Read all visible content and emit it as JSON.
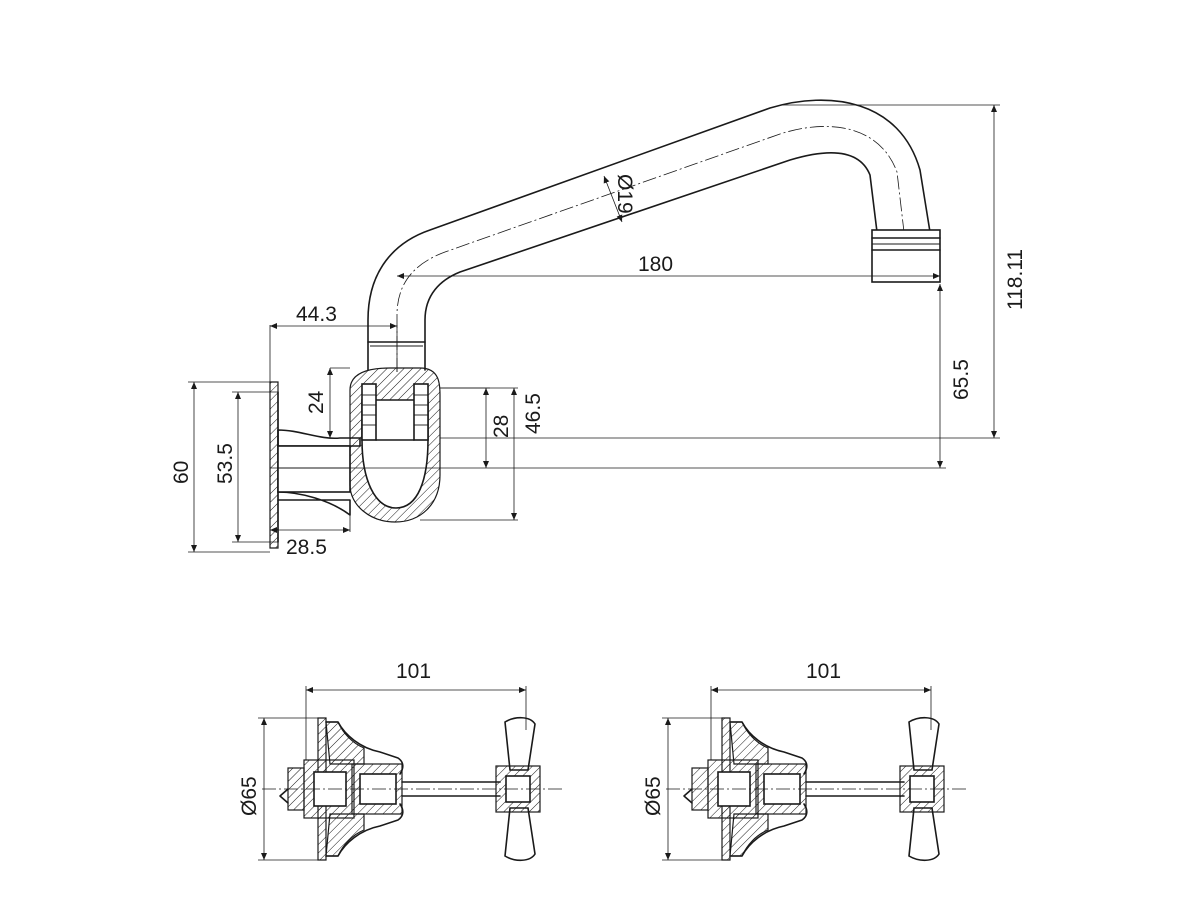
{
  "side_view": {
    "dimensions": {
      "spout_diameter": "Ø19",
      "spout_reach": "180",
      "overall_height": "118.11",
      "outlet_height": "65.5",
      "flange_offset": "44.3",
      "body_upper": "24",
      "body_height": "28",
      "body_total": "46.5",
      "flange_diameter": "60",
      "flange_inner": "53.5",
      "flange_depth": "28.5"
    }
  },
  "valve_views": [
    {
      "id": "left",
      "length": "101",
      "flange_diameter": "Ø65"
    },
    {
      "id": "right",
      "length": "101",
      "flange_diameter": "Ø65"
    }
  ]
}
